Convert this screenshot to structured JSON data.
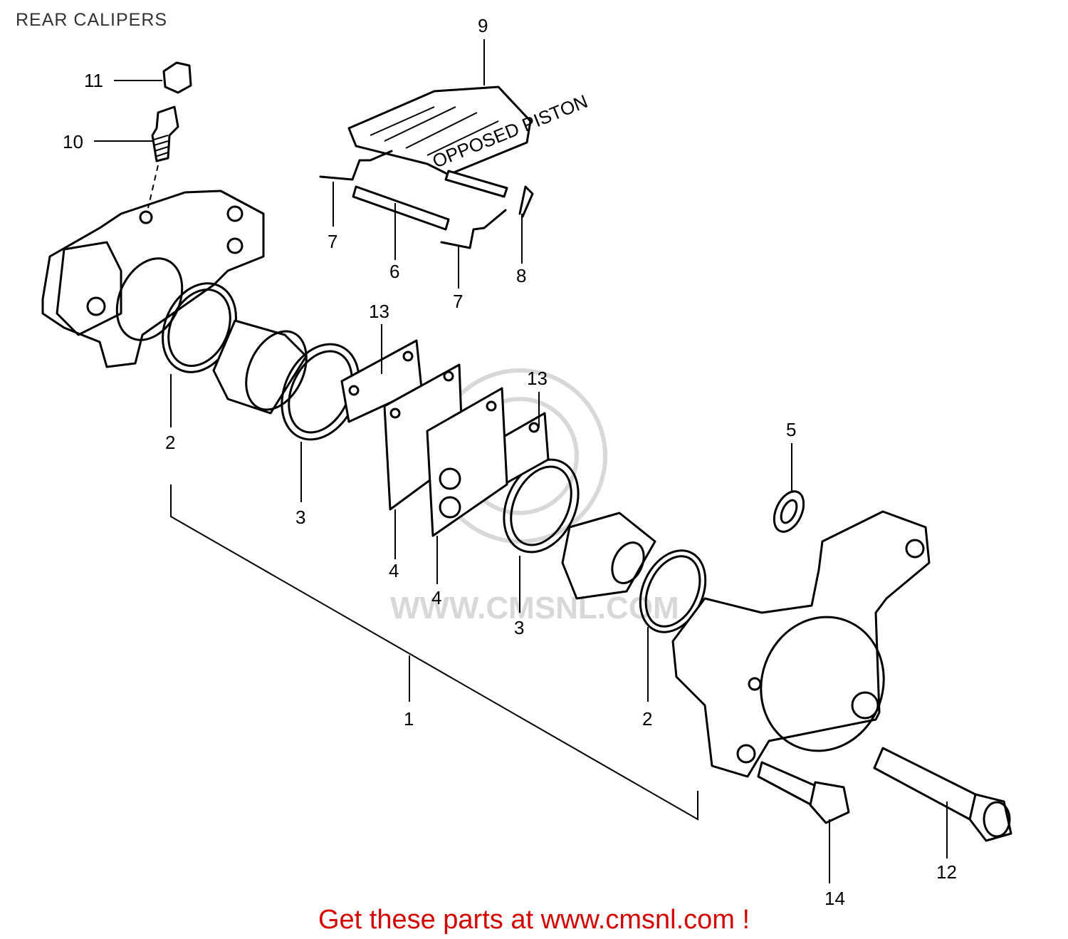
{
  "diagram": {
    "title": "REAR CALIPERS",
    "watermark": "WWW.CMSNL.COM",
    "cover_text": "OPPOSED PISTON",
    "callouts": [
      "1",
      "2",
      "2",
      "3",
      "3",
      "4",
      "4",
      "5",
      "6",
      "7",
      "7",
      "8",
      "9",
      "10",
      "11",
      "12",
      "13",
      "13",
      "14"
    ]
  },
  "footer": {
    "link_text": "Get these parts at www.cmsnl.com !",
    "link_color": "#d30000"
  }
}
